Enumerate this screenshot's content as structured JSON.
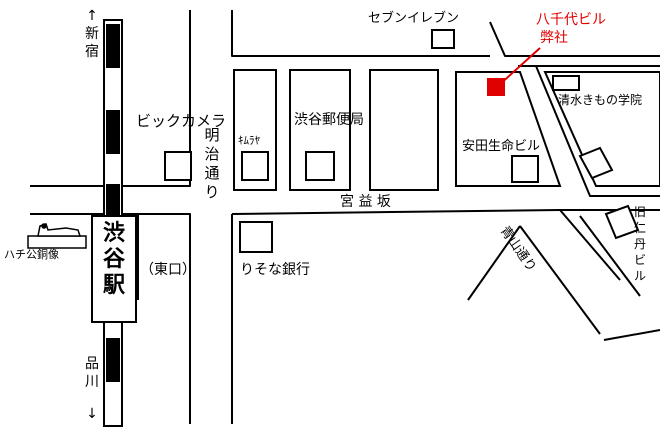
{
  "rail": {
    "north_arrow": "↑",
    "north_label": "新宿",
    "south_label": "品川",
    "south_arrow": "↓"
  },
  "station": {
    "name": "渋谷駅",
    "exit": "（東口）",
    "hachiko": "ハチ公銅像"
  },
  "landmarks": {
    "seven_eleven": "セブンイレブン",
    "bic_camera": "ビックカメラ",
    "kimuraya": "ｷﾑﾗﾔ",
    "post_office": "渋谷郵便局",
    "yasuda": "安田生命ビル",
    "resona": "りそな銀行",
    "shimizu": "清水きもの学院",
    "kyu_nichiden": "旧仁丹ビル"
  },
  "roads": {
    "meiji": "明治通り",
    "miyamasu": "宮 益 坂",
    "aoyama": "青山通り"
  },
  "destination": {
    "name": "八千代ビル",
    "company": "弊社",
    "color": "#e00000"
  }
}
